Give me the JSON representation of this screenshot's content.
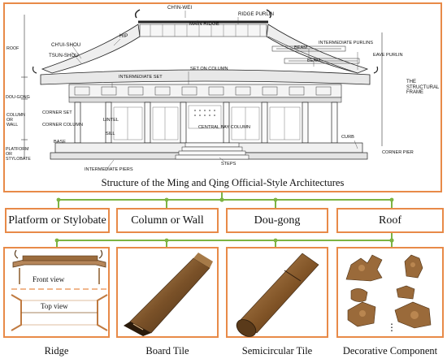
{
  "figure": {
    "title": "Structure of the Ming and Qing Official-Style Architectures",
    "categories": [
      {
        "label": "Platform or Stylobate"
      },
      {
        "label": "Column or Wall"
      },
      {
        "label": "Dou-gong"
      },
      {
        "label": "Roof"
      }
    ],
    "components": [
      {
        "caption": "Ridge",
        "view_labels": [
          "Front view",
          "Top view"
        ]
      },
      {
        "caption": "Board Tile"
      },
      {
        "caption": "Semicircular Tile"
      },
      {
        "caption": "Decorative Component",
        "ellipsis": "⋮"
      }
    ],
    "diagram_labels": {
      "chin_wei": "CH'IN-WEI",
      "main_ridge": "MAIN RIDGE",
      "ridge_purlin": "RIDGE PURLIN",
      "hip": "HIP",
      "chui_shou": "CH'UI-SHOU",
      "tsun_shou": "TSUN-SHOU",
      "intermediate_purlins": "INTERMEDIATE PURLINS",
      "beam_upper": "BEAM",
      "eave_purlin": "EAVE PURLIN",
      "beam_lower": "BEAM",
      "set_on_column": "SET ON COLUMN",
      "intermediate_set": "INTERMEDIATE SET",
      "corner_set": "CORNER SET",
      "corner_column": "CORNER COLUMN",
      "lintel": "LINTEL",
      "sill": "SILL",
      "base": "BASE",
      "central_bay_column": "CENTRAL BAY COLUMN",
      "curb": "CURB",
      "corner_pier": "CORNER PIER",
      "steps": "STEPS",
      "intermediate_piers": "INTERMEDIATE PIERS",
      "structural_frame": "THE STRUCTURAL FRAME",
      "side_roof": "ROOF",
      "side_dougong": "DOU-GONG",
      "side_column": "COLUMN OR WALL",
      "side_platform": "PLATFORM OR STYLOBATE"
    },
    "colors": {
      "accent_orange": "#e88a48",
      "connector_green": "#7cb342"
    }
  }
}
